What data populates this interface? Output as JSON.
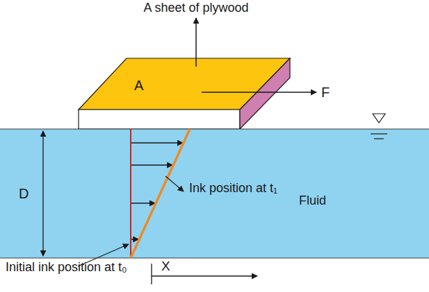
{
  "diagram": {
    "nodes": [
      {
        "text": [
          "A"
        ]
      },
      {
        "text": [
          "Fluid"
        ]
      }
    ],
    "labels": [
      "A sheet of plywood",
      "F",
      "D",
      "Ink position at t₁",
      "Initial ink position at t₀",
      "X"
    ]
  }
}
